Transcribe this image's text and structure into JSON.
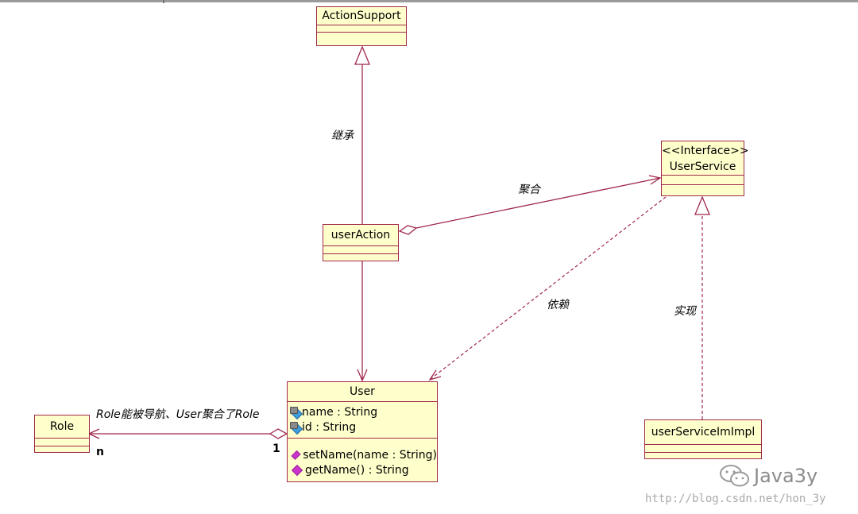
{
  "diagram": {
    "classes": {
      "action_support": {
        "name": "ActionSupport"
      },
      "user_service": {
        "stereotype": "<<Interface>>",
        "name": "UserService"
      },
      "user_action": {
        "name": "userAction"
      },
      "user": {
        "name": "User",
        "attributes": [
          "name : String",
          "id : String"
        ],
        "operations": [
          "setName(name : String)",
          "getName() : String"
        ]
      },
      "role": {
        "name": "Role"
      },
      "user_service_impl": {
        "name": "userServiceImImpl"
      }
    },
    "relations": {
      "inheritance": {
        "label": "继承"
      },
      "aggregation": {
        "label": "聚合"
      },
      "dependency": {
        "label": "依赖"
      },
      "realization": {
        "label": "实现"
      },
      "role_aggregation": {
        "label": "Role能被导航、User聚合了Role",
        "mult_role": "n",
        "mult_user": "1"
      }
    }
  },
  "watermark": {
    "url": "http://blog.csdn.net/hon_3y",
    "brand": "Java3y"
  },
  "colors": {
    "border": "#a0284b",
    "fill": "#ffffcc"
  }
}
